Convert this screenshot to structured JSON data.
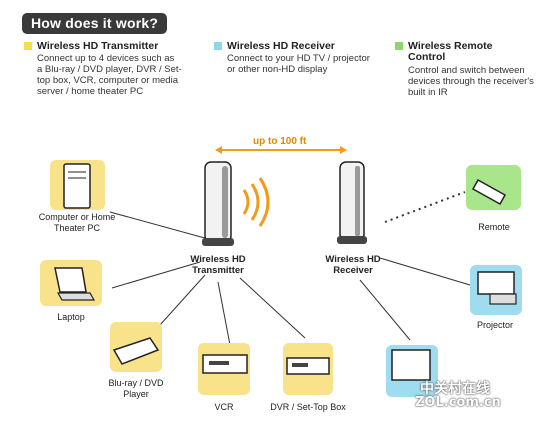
{
  "title": "How does it work?",
  "legend": [
    {
      "color": "#f2e24a",
      "title": "Wireless HD Transmitter",
      "desc": "Connect up to 4 devices such as a Blu-ray / DVD player, DVR / Set-top box, VCR, computer or media server / home theater PC"
    },
    {
      "color": "#8fd7ea",
      "title": "Wireless HD Receiver",
      "desc": "Connect to your HD TV / projector or other non-HD display"
    },
    {
      "color": "#8bd96a",
      "title": "Wireless Remote Control",
      "desc": "Control and switch between devices through the receiver's built in IR"
    }
  ],
  "range_label": "up to 100 ft",
  "transmitter_label": "Wireless HD Transmitter",
  "receiver_label": "Wireless HD Receiver",
  "devices": {
    "computer": "Computer or Home Theater PC",
    "laptop": "Laptop",
    "bluray": "Blu-ray / DVD Player",
    "vcr": "VCR",
    "dvr": "DVR / Set-Top Box",
    "remote": "Remote",
    "projector": "Projector"
  },
  "watermark": {
    "cn": "中关村在线",
    "site": "ZOL.com.cn"
  },
  "colors": {
    "yellow_tile": "#f8e28a",
    "blue_tile": "#9fdcef",
    "green_tile": "#a9e58a",
    "accent": "#f29a1a"
  }
}
